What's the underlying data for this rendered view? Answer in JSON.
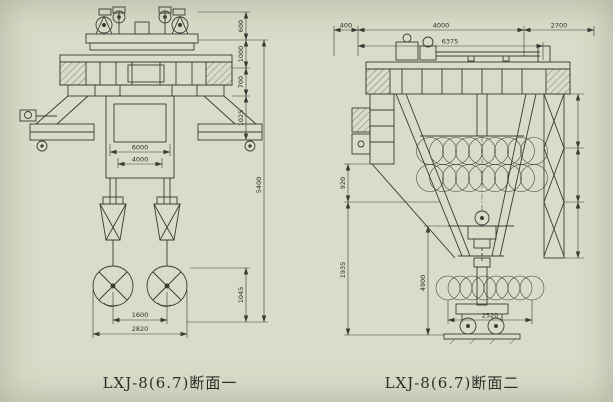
{
  "sheet": {
    "background": "#d8ddc9",
    "ink": "#2e2d29"
  },
  "left_view": {
    "caption": "LXJ-8(6.7)断面一",
    "dims": {
      "trolley_height": "600",
      "girder_height": "1000",
      "leg_top": "700",
      "leg_height": "1025",
      "span_6000": "6000",
      "span_4000": "4000",
      "overall_height": "5400",
      "hook_drop": "1045",
      "hook_gauge": "1600",
      "base_width": "2820"
    }
  },
  "right_view": {
    "caption": "LXJ-8(6.7)断面二",
    "dims": {
      "end_400": "400",
      "wheelbase_4000": "4000",
      "tail_2700": "2700",
      "overall_6375": "6375",
      "left_920": "920",
      "left_1935": "1935",
      "height_4900": "4900",
      "coil_2520": "2520"
    }
  }
}
